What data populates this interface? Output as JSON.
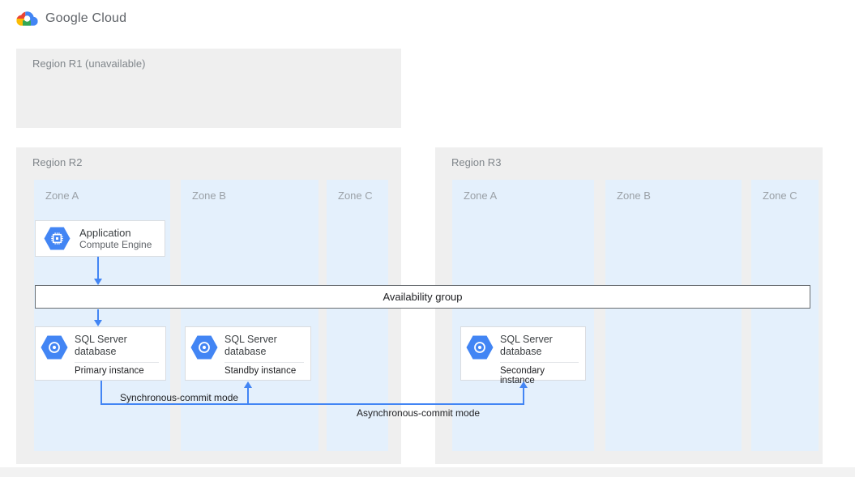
{
  "header": {
    "brand": "Google Cloud"
  },
  "regions": {
    "r1": {
      "label": "Region R1 (unavailable)"
    },
    "r2": {
      "label": "Region R2",
      "zones": {
        "a": "Zone A",
        "b": "Zone B",
        "c": "Zone C"
      }
    },
    "r3": {
      "label": "Region R3",
      "zones": {
        "a": "Zone A",
        "b": "Zone B",
        "c": "Zone C"
      }
    }
  },
  "nodes": {
    "application": {
      "title": "Application",
      "subtitle": "Compute Engine",
      "icon": "compute-engine-icon"
    },
    "availability_group": {
      "label": "Availability group"
    },
    "sql_primary": {
      "title": "SQL Server database",
      "instance": "Primary instance",
      "icon": "sql-server-icon"
    },
    "sql_standby": {
      "title": "SQL Server database",
      "instance": "Standby instance",
      "icon": "sql-server-icon"
    },
    "sql_secondary": {
      "title": "SQL Server database",
      "instance": "Secondary instance",
      "icon": "sql-server-icon"
    }
  },
  "connections": {
    "sync_label": "Synchronous-commit mode",
    "async_label": "Asynchronous-commit mode"
  },
  "colors": {
    "arrow": "#4285f4",
    "hexagon": "#4285f4",
    "zone_bg": "#e4f0fc",
    "region_bg": "#efefef",
    "google_red": "#ea4335",
    "google_yellow": "#fbbc04",
    "google_blue": "#4285f4",
    "google_green": "#34a853"
  }
}
